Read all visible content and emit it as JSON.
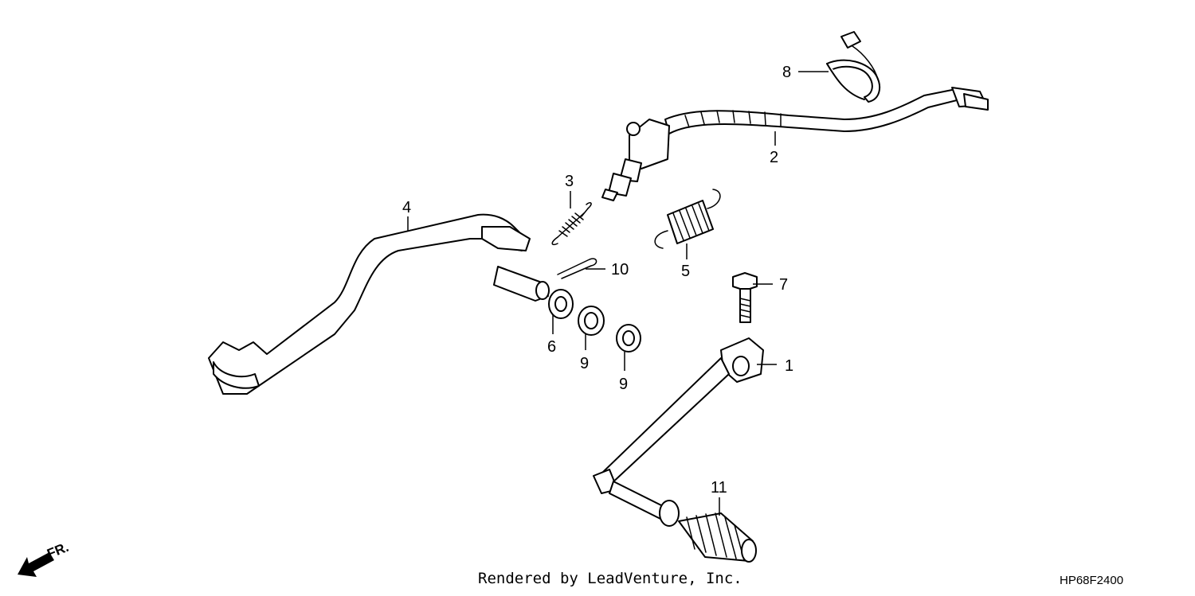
{
  "diagram": {
    "callouts": {
      "c1": "1",
      "c2": "2",
      "c3": "3",
      "c4": "4",
      "c5": "5",
      "c6": "6",
      "c7": "7",
      "c8": "8",
      "c9a": "9",
      "c9b": "9",
      "c10": "10",
      "c11": "11"
    },
    "direction_label": "FR."
  },
  "footer": {
    "credit": "Rendered by LeadVenture, Inc.",
    "code": "HP68F2400"
  }
}
